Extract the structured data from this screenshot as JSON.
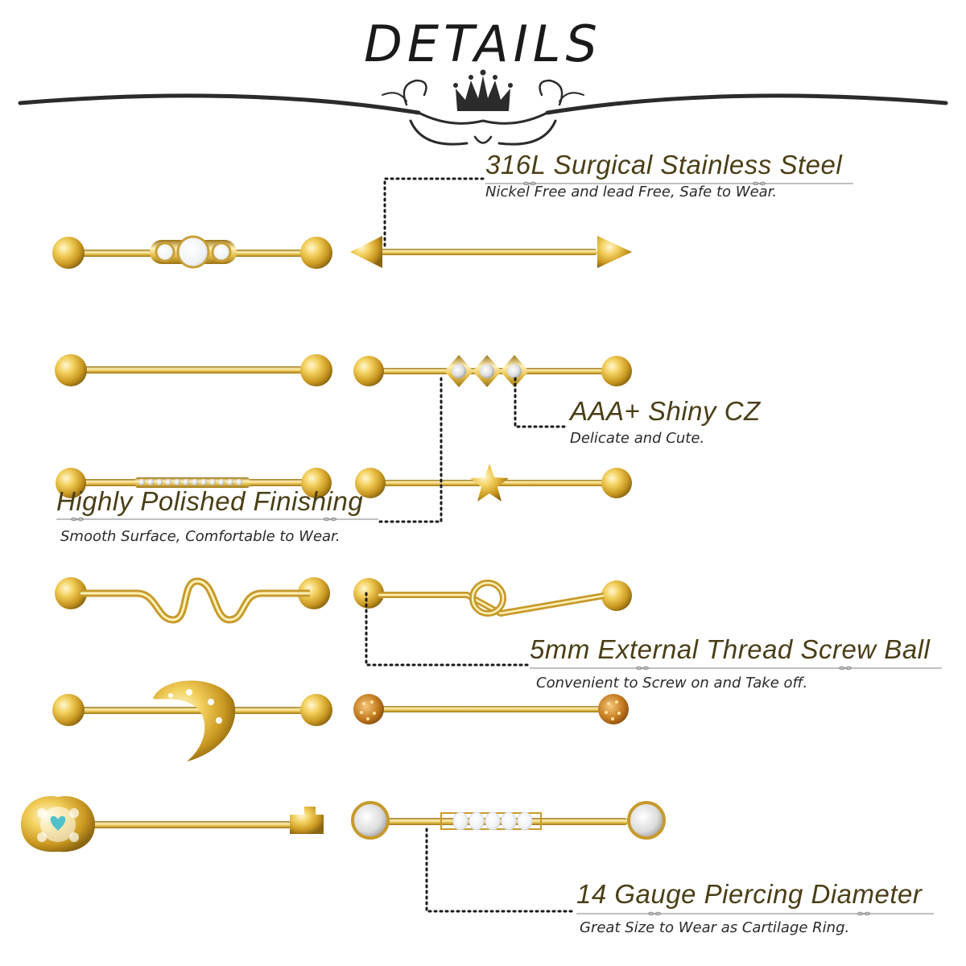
{
  "header": {
    "title": "DETAILS"
  },
  "colors": {
    "gold_light": "#fff1b8",
    "gold_mid": "#e6bf4a",
    "gold_dark": "#a9801a",
    "title_text": "#4a3e16",
    "ornament": "#2b2b2b"
  },
  "features": [
    {
      "title": "316L Surgical Stainless Steel",
      "subtitle": "Nickel Free and lead Free, Safe to Wear."
    },
    {
      "title": "AAA+ Shiny CZ",
      "subtitle": "Delicate and Cute."
    },
    {
      "title": "Highly Polished Finishing",
      "subtitle": "Smooth Surface, Comfortable to Wear."
    },
    {
      "title": "5mm External Thread Screw Ball",
      "subtitle": "Convenient to Screw on and Take off."
    },
    {
      "title": "14 Gauge Piercing Diameter",
      "subtitle": "Great Size to Wear as Cartilage Ring."
    }
  ],
  "products": [
    "opal-barbell",
    "spike-barbell",
    "plain-barbell",
    "diamond-cz-barbell",
    "cz-bar-barbell",
    "star-barbell",
    "wave-barbell",
    "loop-barbell",
    "moon-barbell",
    "glitter-ball-barbell",
    "key-barbell",
    "round-cz-barbell"
  ]
}
